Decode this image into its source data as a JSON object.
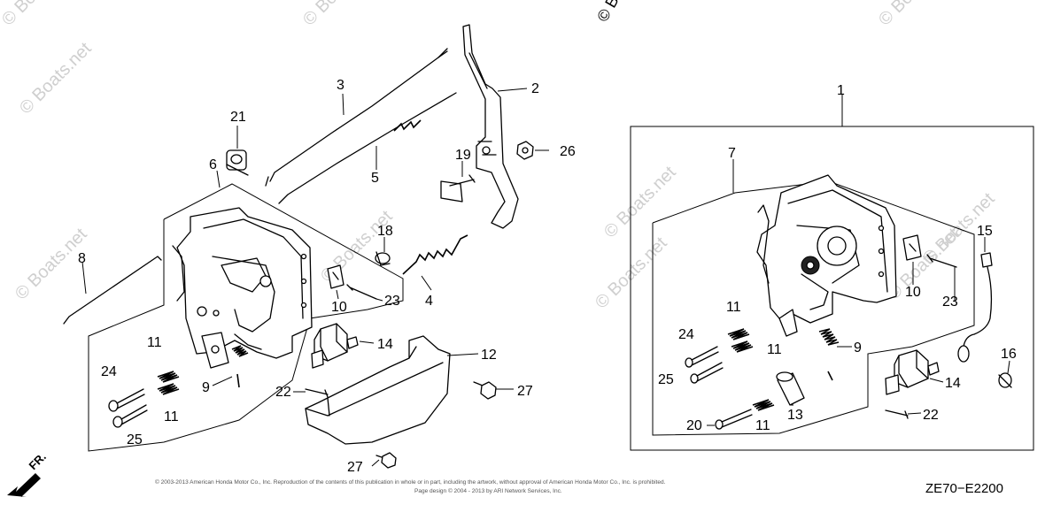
{
  "callouts": {
    "c1": "1",
    "c2": "2",
    "c3": "3",
    "c4": "4",
    "c5": "5",
    "c6": "6",
    "c7": "7",
    "c8": "8",
    "c9a": "9",
    "c9b": "9",
    "c10a": "10",
    "c10b": "10",
    "c11a": "11",
    "c11b": "11",
    "c11c": "11",
    "c11d": "11",
    "c11e": "11",
    "c12": "12",
    "c13": "13",
    "c14a": "14",
    "c14b": "14",
    "c15": "15",
    "c16": "16",
    "c18": "18",
    "c19": "19",
    "c20": "20",
    "c21": "21",
    "c22a": "22",
    "c22b": "22",
    "c23a": "23",
    "c23b": "23",
    "c24a": "24",
    "c24b": "24",
    "c25a": "25",
    "c25b": "25",
    "c26": "26",
    "c27a": "27",
    "c27b": "27"
  },
  "diagram_code": "ZE70−E2200",
  "direction_label": "FR.",
  "copyright_line_1": "© 2003-2013 American Honda Motor Co., Inc. Reproduction of the contents of this publication in whole or in part, including the artwork, without approval of American Honda Motor Co., Inc. is prohibited.",
  "copyright_line_2": "Page design © 2004 - 2013 by ARI Network Services, Inc.",
  "watermark": "© Boats.net",
  "colors": {
    "ink": "#000000",
    "watermark": "#cfcfcf",
    "background": "#ffffff"
  }
}
